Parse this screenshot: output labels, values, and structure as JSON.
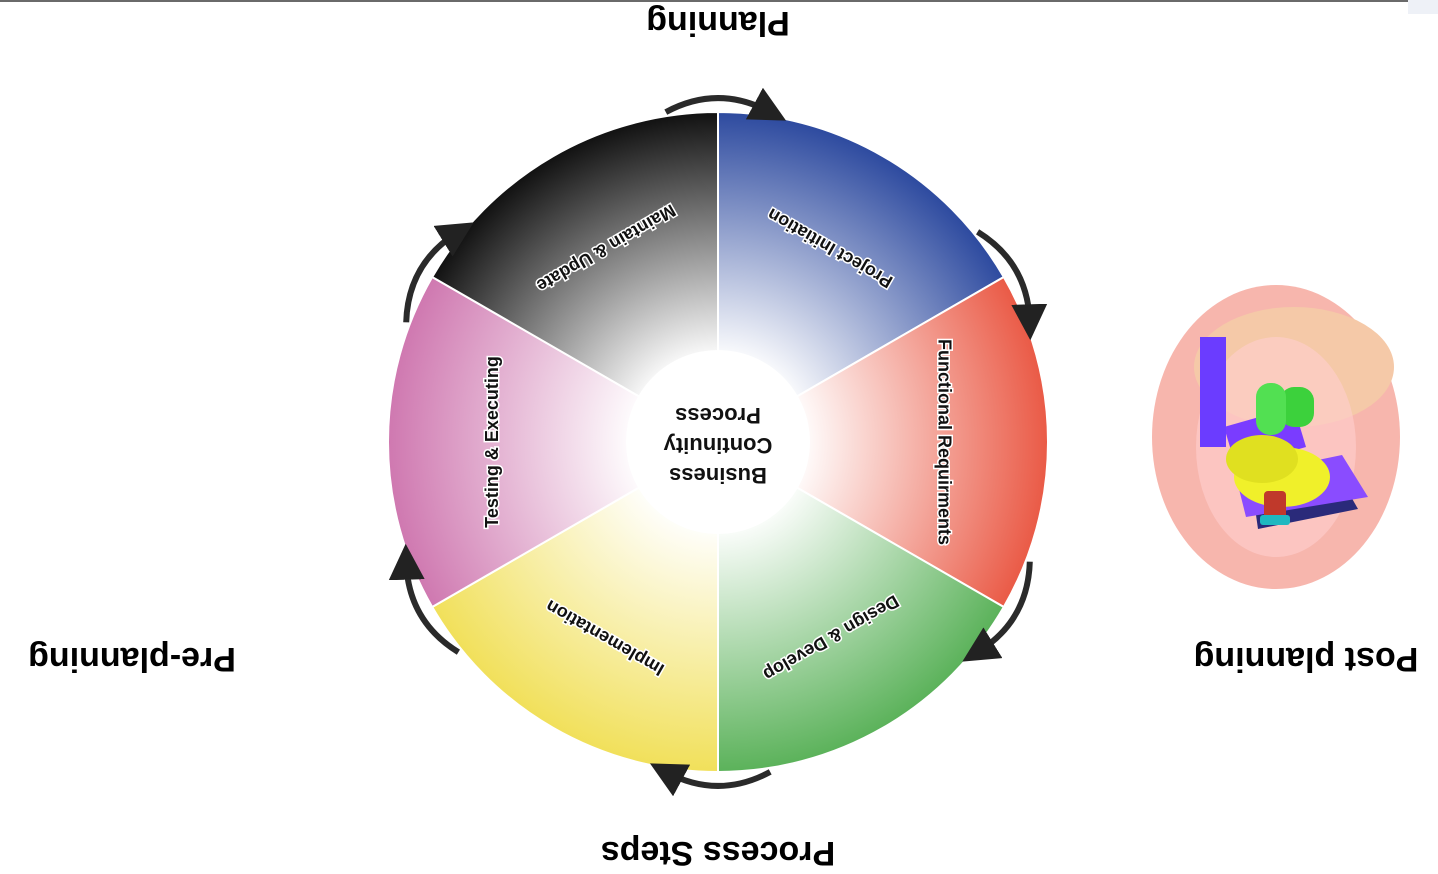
{
  "diagram": {
    "center": {
      "lines": [
        "Business",
        "Continuity",
        "Process"
      ]
    },
    "segments": [
      {
        "label": "Implementation",
        "color": "#f1e05a"
      },
      {
        "label": "Testing & Executing",
        "color": "#cf78b0"
      },
      {
        "label": "Maintain & Update",
        "color": "#111111"
      },
      {
        "label": "Project Initiation",
        "color": "#2d4a9f"
      },
      {
        "label": "Functional Requirments",
        "color": "#ea5a46"
      },
      {
        "label": "Design & Develop",
        "color": "#5bb25a"
      }
    ],
    "phases": {
      "top": "Planning",
      "bottom": "Process Steps",
      "left": "Pre-planning",
      "right": "Post planning"
    },
    "orientation": "rotated 180 degrees (upside down)"
  },
  "clipart": {
    "icon": "person-with-laptop-clipart"
  }
}
